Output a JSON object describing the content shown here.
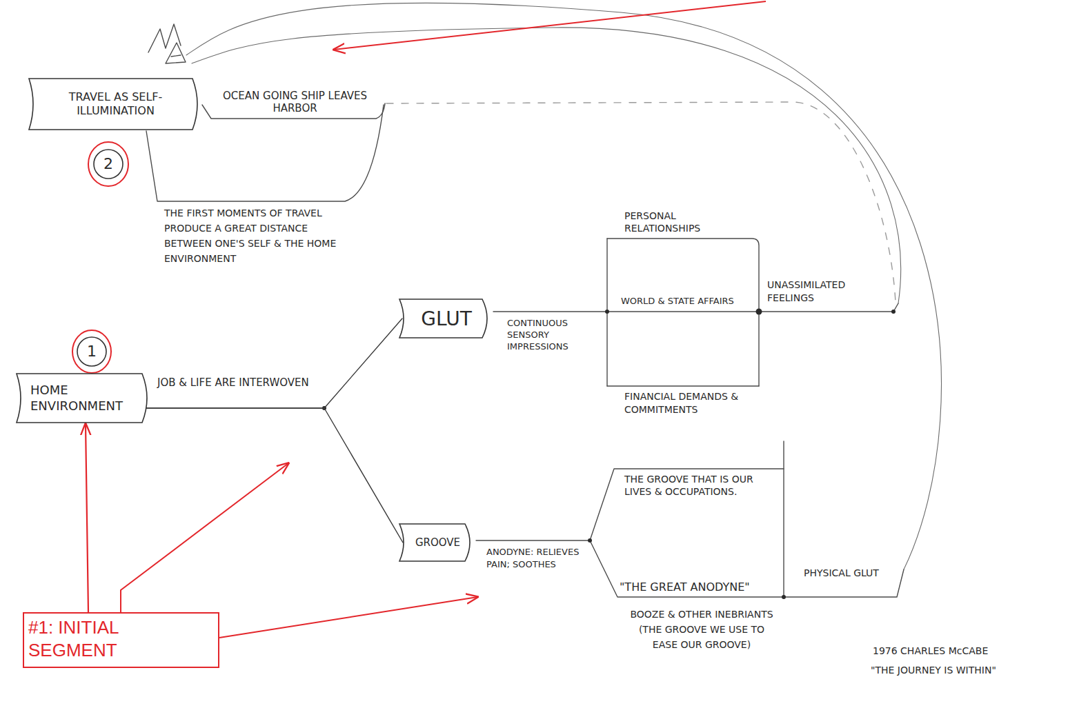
{
  "diagram": {
    "nodes": [
      {
        "text": [
          "TRAVEL AS SELF-ILLUMINATION"
        ]
      },
      {
        "text": [
          "2"
        ]
      },
      {
        "text": [
          "GLUT"
        ]
      },
      {
        "text": [
          "1"
        ]
      },
      {
        "text": [
          "HOME ENVIRONMENT"
        ]
      },
      {
        "text": [
          "GROOVE"
        ]
      },
      {
        "text": [
          "#1: INITIAL SEGMENT"
        ]
      }
    ],
    "edges": [
      {
        "from": 4,
        "to": 2,
        "arrow": "none"
      },
      {
        "from": 4,
        "to": 5,
        "arrow": "none"
      },
      {
        "from": 6,
        "to": 4,
        "arrow": "to"
      }
    ],
    "labels": [
      "OCEAN GOING SHIP LEAVES HARBOR",
      "THE FIRST MOMENTS OF TRAVEL PRODUCE A GREAT DISTANCE BETWEEN ONE'S SELF & THE HOME ENVIRONMENT",
      "JOB & LIFE ARE INTERWOVEN",
      "CONTINUOUS SENSORY IMPRESSIONS",
      "PERSONAL RELATIONSHIPS",
      "WORLD & STATE AFFAIRS",
      "FINANCIAL DEMANDS & COMMITMENTS",
      "UNASSIMILATED FEELINGS",
      "ANODYNE: RELIEVES PAIN; SOOTHES",
      "THE GROOVE THAT IS OUR LIVES & OCCUPATIONS.",
      "\"THE GREAT ANODYNE\"",
      "BOOZE & OTHER INEBRIANTS (THE GROOVE WE USE TO EASE OUR GROOVE)",
      "PHYSICAL GLUT",
      "1976 CHARLES McCABE",
      "\"THE JOURNEY IS WITHIN\""
    ]
  }
}
